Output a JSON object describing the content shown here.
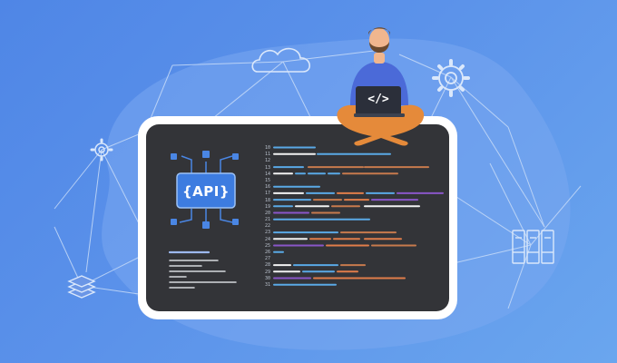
{
  "api_label": "{API}",
  "laptop_code": "</>",
  "line_numbers": [
    "10",
    "11",
    "12",
    "13",
    "14",
    "15",
    "16",
    "17",
    "18",
    "19",
    "20",
    "21",
    "22",
    "23",
    "24",
    "25",
    "26",
    "27",
    "28",
    "29",
    "30",
    "31"
  ],
  "colors": {
    "background": "#5b8de8",
    "blob": "#7aa8f0",
    "panel_frame": "#ffffff",
    "panel_screen": "#333438",
    "api_blue": "#3d7ce0",
    "code_blue": "#5aa9e6",
    "code_orange": "#e07d4a",
    "code_white": "#f2f2f2",
    "code_purple": "#8a56c8",
    "code_brown": "#c77a4d",
    "person_shirt": "#4b6ad8",
    "person_pants": "#e58a3a",
    "network_line": "#c8dcf8"
  },
  "icons": [
    "cloud-icon",
    "gear-icon",
    "small-gear-icon",
    "server-rack-icon",
    "database-stack-icon",
    "person-with-laptop-illustration"
  ]
}
